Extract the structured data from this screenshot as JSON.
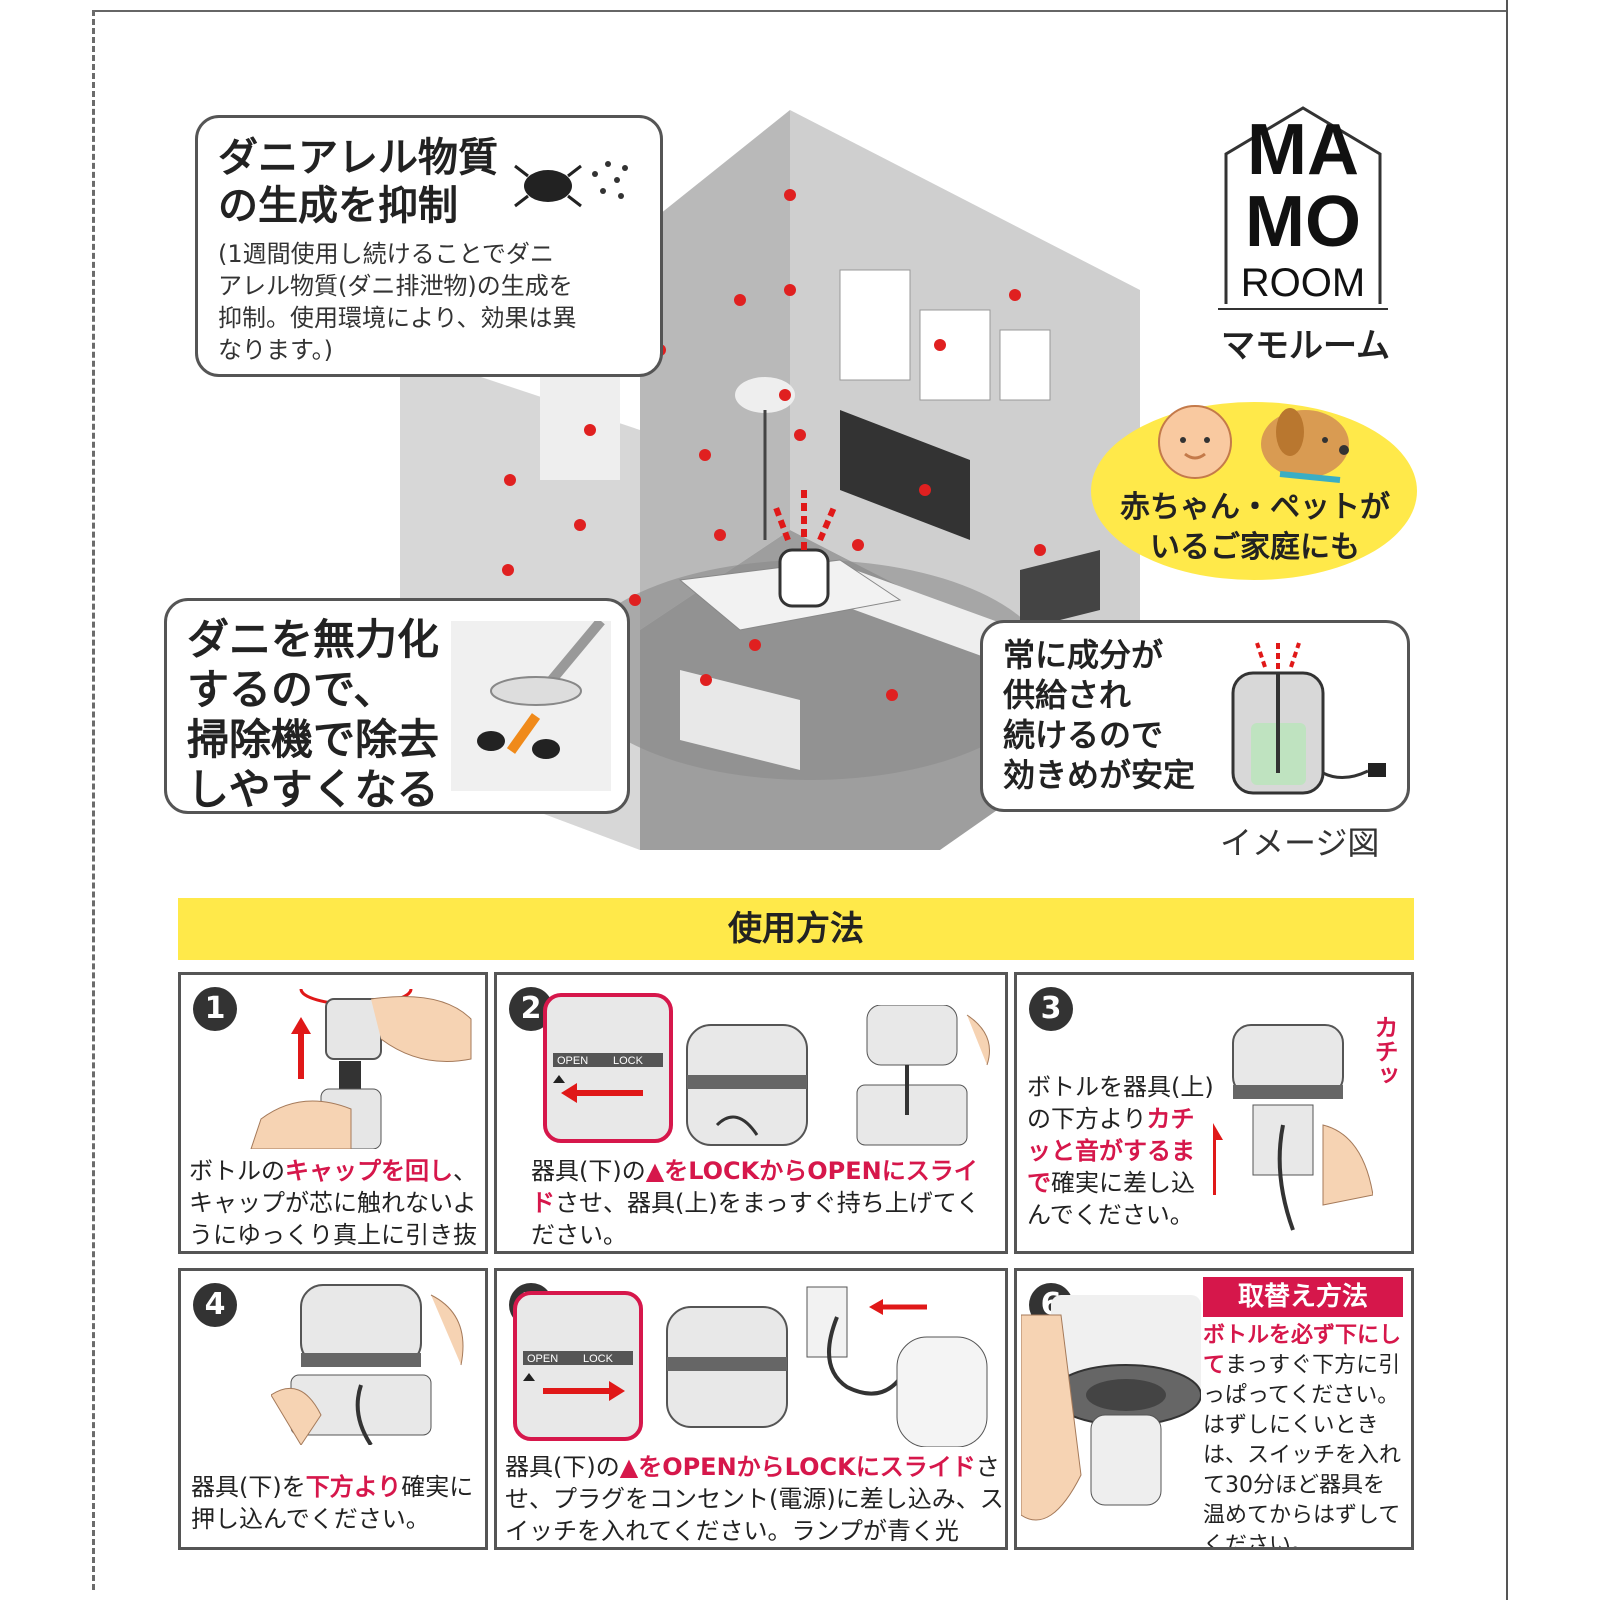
{
  "logo": {
    "line1": "MA",
    "line2": "MO",
    "line3": "ROOM",
    "word": "マモルーム"
  },
  "bubble_top": {
    "title_line1": "ダニアレル物質",
    "title_line2": "の生成を抑制",
    "note_line1": "(1週間使用し続けることでダニ",
    "note_line2": "アレル物質(ダニ排泄物)の生成を",
    "note_line3": "抑制。使用環境により、効果は異",
    "note_line4": "なります。)"
  },
  "bubble_left": {
    "line1": "ダニを無力化",
    "line2": "するので、",
    "line3": "掃除機で除去",
    "line4": "しやすくなる"
  },
  "bubble_right": {
    "line1": "常に成分が",
    "line2": "供給され",
    "line3": "続けるので",
    "line4": "効きめが安定"
  },
  "oval": {
    "line1": "赤ちゃん・ペットが",
    "line2": "いるご家庭にも"
  },
  "caption": "イメージ図",
  "banner": "使用方法",
  "steps": [
    {
      "num": "1",
      "pre": "ボトルの",
      "hl": "キャップを回し",
      "post": "、キャップが芯に触れないようにゆっくり真上に引き抜いてください。"
    },
    {
      "num": "2",
      "pre": "器具(下)の",
      "hl": "▲をLOCKからOPENにスライド",
      "post": "させ、器具(上)をまっすぐ持ち上げてください。",
      "label_open": "OPEN",
      "label_lock": "LOCK"
    },
    {
      "num": "3",
      "pre": "ボトルを器具(上)の下方より",
      "hl": "カチッと音がするまで",
      "post": "確実に差し込んでください。",
      "sound": "カチッ"
    },
    {
      "num": "4",
      "pre": "器具(下)を",
      "hl": "下方より",
      "post": "確実に押し込んでください。"
    },
    {
      "num": "5",
      "pre": "器具(下)の",
      "hl": "▲をOPENからLOCKにスライド",
      "post": "させ、プラグをコンセント(電源)に差し込み、スイッチを入れてください。ランプが青く光り、成分が揮散し始めます。",
      "label_open": "OPEN",
      "label_lock": "LOCK"
    },
    {
      "num": "6",
      "title": "取替え方法",
      "hl": "ボトルを必ず下にして",
      "post": "まっすぐ下方に引っぱってください。はずしにくいときは、スイッチを入れて30分ほど器具を温めてからはずしてください。"
    }
  ]
}
